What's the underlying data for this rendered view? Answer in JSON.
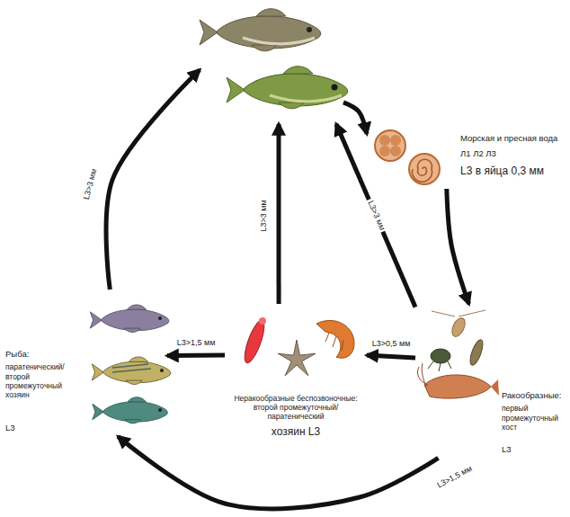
{
  "diagram": {
    "nodes": [
      {
        "text": []
      },
      {
        "text": [
          "Морская и пресная вода",
          "Л1 Л2 Л3",
          "L3 в яйца 0,3 мм"
        ]
      },
      {
        "text": [
          "Ракообразные:",
          "первый промежуточный хост",
          "L3"
        ]
      },
      {
        "text": [
          "Неракообразные беспозвоночные: второй промежуточный/паратенический",
          "хозяин L3"
        ]
      },
      {
        "text": [
          "Рыба:",
          "паратенический/второй промежуточный хозяин",
          "L3"
        ]
      }
    ],
    "edges": [
      {
        "from": 0,
        "to": 1,
        "arrow": "to"
      },
      {
        "from": 1,
        "to": 2,
        "arrow": "to"
      },
      {
        "from": 2,
        "to": 3,
        "label": "L3>0,5 мм",
        "arrow": "to"
      },
      {
        "from": 2,
        "to": 0,
        "label": "L3>3 мм",
        "arrow": "to"
      },
      {
        "from": 3,
        "to": 0,
        "label": "L3>3 мм",
        "arrow": "to"
      },
      {
        "from": 3,
        "to": 4,
        "label": "L3>1,5 мм",
        "arrow": "to"
      },
      {
        "from": 2,
        "to": 4,
        "label": "L3>1,5 мм",
        "arrow": "to"
      },
      {
        "from": 4,
        "to": 0,
        "label": "L3>3 мм",
        "arrow": "to"
      }
    ]
  }
}
